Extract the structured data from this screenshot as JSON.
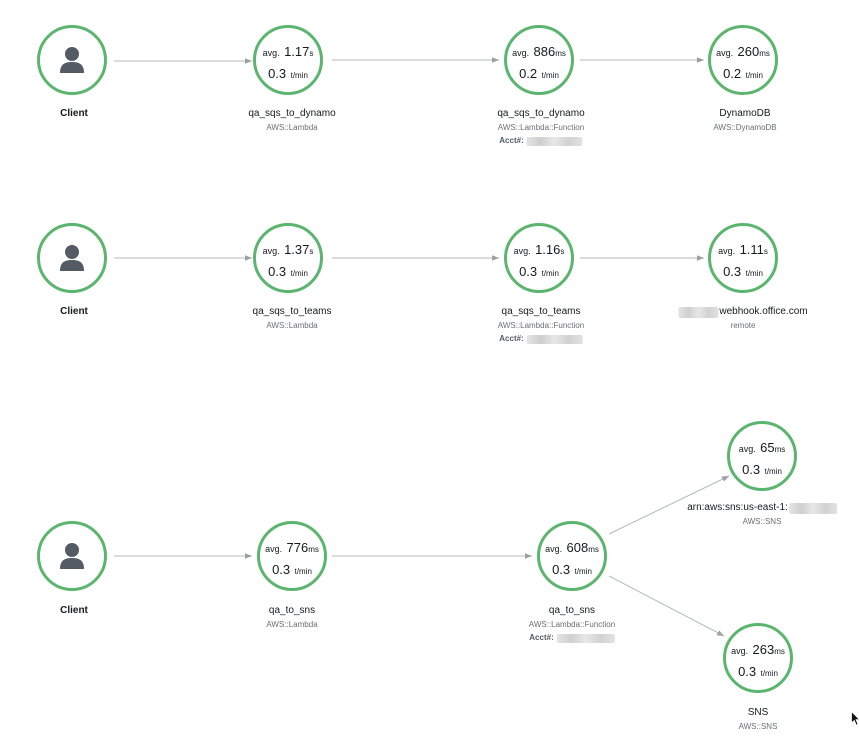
{
  "colors": {
    "node_border": "#5cb56e",
    "edge": "#9aa0a6",
    "icon": "#545b64"
  },
  "rows": [
    {
      "client": {
        "label": "Client"
      },
      "nodes": [
        {
          "avg_value": "1.17",
          "avg_unit": "s",
          "rate_value": "0.3",
          "rate_unit": "t/min",
          "name": "qa_sqs_to_dynamo",
          "type": "AWS::Lambda"
        },
        {
          "avg_value": "886",
          "avg_unit": "ms",
          "rate_value": "0.2",
          "rate_unit": "t/min",
          "name": "qa_sqs_to_dynamo",
          "type": "AWS::Lambda::Function",
          "acct_label": "Acct#:"
        },
        {
          "avg_value": "260",
          "avg_unit": "ms",
          "rate_value": "0.2",
          "rate_unit": "t/min",
          "name": "DynamoDB",
          "type": "AWS::DynamoDB"
        }
      ]
    },
    {
      "client": {
        "label": "Client"
      },
      "nodes": [
        {
          "avg_value": "1.37",
          "avg_unit": "s",
          "rate_value": "0.3",
          "rate_unit": "t/min",
          "name": "qa_sqs_to_teams",
          "type": "AWS::Lambda"
        },
        {
          "avg_value": "1.16",
          "avg_unit": "s",
          "rate_value": "0.3",
          "rate_unit": "t/min",
          "name": "qa_sqs_to_teams",
          "type": "AWS::Lambda::Function",
          "acct_label": "Acct#:"
        },
        {
          "avg_value": "1.11",
          "avg_unit": "s",
          "rate_value": "0.3",
          "rate_unit": "t/min",
          "name": "webhook.office.com",
          "type": "remote"
        }
      ]
    },
    {
      "client": {
        "label": "Client"
      },
      "nodes": [
        {
          "avg_value": "776",
          "avg_unit": "ms",
          "rate_value": "0.3",
          "rate_unit": "t/min",
          "name": "qa_to_sns",
          "type": "AWS::Lambda"
        },
        {
          "avg_value": "608",
          "avg_unit": "ms",
          "rate_value": "0.3",
          "rate_unit": "t/min",
          "name": "qa_to_sns",
          "type": "AWS::Lambda::Function",
          "acct_label": "Acct#:"
        },
        {
          "avg_value": "65",
          "avg_unit": "ms",
          "rate_value": "0.3",
          "rate_unit": "t/min",
          "name": "arn:aws:sns:us-east-1:",
          "type": "AWS::SNS"
        },
        {
          "avg_value": "263",
          "avg_unit": "ms",
          "rate_value": "0.3",
          "rate_unit": "t/min",
          "name": "SNS",
          "type": "AWS::SNS"
        }
      ]
    }
  ],
  "avg_prefix": "avg."
}
